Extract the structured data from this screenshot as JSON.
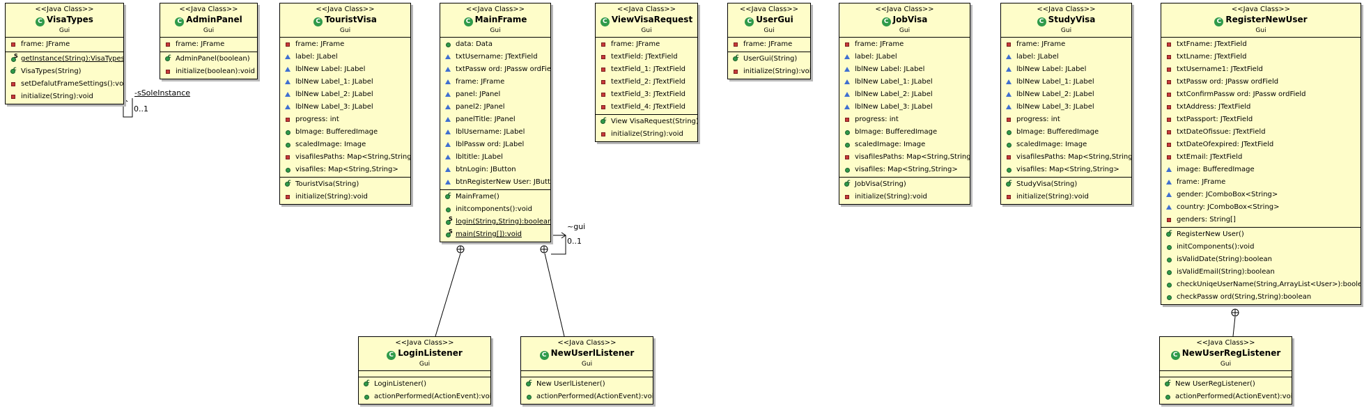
{
  "stereotype": "<<Java Class>>",
  "package": "Gui",
  "classes": {
    "visatypes": {
      "name": "VisaTypes",
      "attributes": [
        {
          "vis": "private",
          "text": "frame: JFrame"
        }
      ],
      "operations": [
        {
          "vis": "public",
          "text": "getInstance(String):VisaTypes",
          "static": true
        },
        {
          "vis": "ctor",
          "text": "VisaTypes(String)"
        },
        {
          "vis": "private",
          "text": "setDefalutFrameSettings():void"
        },
        {
          "vis": "private",
          "text": "initialize(String):void"
        }
      ]
    },
    "adminpanel": {
      "name": "AdminPanel",
      "attributes": [
        {
          "vis": "private",
          "text": "frame: JFrame"
        }
      ],
      "operations": [
        {
          "vis": "ctor",
          "text": "AdminPanel(boolean)"
        },
        {
          "vis": "private",
          "text": "initialize(boolean):void"
        }
      ]
    },
    "touristvisa": {
      "name": "TouristVisa",
      "attributes": [
        {
          "vis": "private",
          "text": "frame: JFrame"
        },
        {
          "vis": "package",
          "text": "label: JLabel"
        },
        {
          "vis": "package",
          "text": "lblNew Label: JLabel"
        },
        {
          "vis": "package",
          "text": "lblNew Label_1: JLabel"
        },
        {
          "vis": "package",
          "text": "lblNew Label_2: JLabel"
        },
        {
          "vis": "package",
          "text": "lblNew Label_3: JLabel"
        },
        {
          "vis": "private",
          "text": "progress: int"
        },
        {
          "vis": "public",
          "text": "bImage: BufferedImage"
        },
        {
          "vis": "public",
          "text": "scaledImage: Image"
        },
        {
          "vis": "private",
          "text": "visafilesPaths: Map<String,String>"
        },
        {
          "vis": "public",
          "text": "visafiles: Map<String,String>"
        }
      ],
      "operations": [
        {
          "vis": "ctor",
          "text": "TouristVisa(String)"
        },
        {
          "vis": "private",
          "text": "initialize(String):void"
        }
      ]
    },
    "mainframe": {
      "name": "MainFrame",
      "attributes": [
        {
          "vis": "public",
          "text": "data: Data"
        },
        {
          "vis": "package",
          "text": "txtUsername: JTextField"
        },
        {
          "vis": "package",
          "text": "txtPassw ord: JPassw ordField"
        },
        {
          "vis": "package",
          "text": "frame: JFrame"
        },
        {
          "vis": "package",
          "text": "panel: JPanel"
        },
        {
          "vis": "package",
          "text": "panel2: JPanel"
        },
        {
          "vis": "package",
          "text": "panelTitle: JPanel"
        },
        {
          "vis": "package",
          "text": "lblUsername: JLabel"
        },
        {
          "vis": "package",
          "text": "lblPassw ord: JLabel"
        },
        {
          "vis": "package",
          "text": "lbltitle: JLabel"
        },
        {
          "vis": "package",
          "text": "btnLogin: JButton"
        },
        {
          "vis": "package",
          "text": "btnRegisterNew User: JButton"
        }
      ],
      "operations": [
        {
          "vis": "ctor",
          "text": "MainFrame()"
        },
        {
          "vis": "public",
          "text": "initcomponents():void"
        },
        {
          "vis": "public",
          "text": "login(String,String):boolean",
          "static": true
        },
        {
          "vis": "public",
          "text": "main(String[]):void",
          "static": true
        }
      ]
    },
    "viewvisarequest": {
      "name": "ViewVisaRequest",
      "attributes": [
        {
          "vis": "private",
          "text": "frame: JFrame"
        },
        {
          "vis": "private",
          "text": "textField: JTextField"
        },
        {
          "vis": "private",
          "text": "textField_1: JTextField"
        },
        {
          "vis": "private",
          "text": "textField_2: JTextField"
        },
        {
          "vis": "private",
          "text": "textField_3: JTextField"
        },
        {
          "vis": "private",
          "text": "textField_4: JTextField"
        }
      ],
      "operations": [
        {
          "vis": "ctor",
          "text": "View VisaRequest(String)"
        },
        {
          "vis": "private",
          "text": "initialize(String):void"
        }
      ]
    },
    "usergui": {
      "name": "UserGui",
      "attributes": [
        {
          "vis": "private",
          "text": "frame: JFrame"
        }
      ],
      "operations": [
        {
          "vis": "ctor",
          "text": "UserGui(String)"
        },
        {
          "vis": "private",
          "text": "initialize(String):void"
        }
      ]
    },
    "jobvisa": {
      "name": "JobVisa",
      "attributes": [
        {
          "vis": "private",
          "text": "frame: JFrame"
        },
        {
          "vis": "package",
          "text": "label: JLabel"
        },
        {
          "vis": "package",
          "text": "lblNew Label: JLabel"
        },
        {
          "vis": "package",
          "text": "lblNew Label_1: JLabel"
        },
        {
          "vis": "package",
          "text": "lblNew Label_2: JLabel"
        },
        {
          "vis": "package",
          "text": "lblNew Label_3: JLabel"
        },
        {
          "vis": "private",
          "text": "progress: int"
        },
        {
          "vis": "public",
          "text": "bImage: BufferedImage"
        },
        {
          "vis": "public",
          "text": "scaledImage: Image"
        },
        {
          "vis": "private",
          "text": "visafilesPaths: Map<String,String>"
        },
        {
          "vis": "public",
          "text": "visafiles: Map<String,String>"
        }
      ],
      "operations": [
        {
          "vis": "ctor",
          "text": "JobVisa(String)"
        },
        {
          "vis": "private",
          "text": "initialize(String):void"
        }
      ]
    },
    "studyvisa": {
      "name": "StudyVisa",
      "attributes": [
        {
          "vis": "private",
          "text": "frame: JFrame"
        },
        {
          "vis": "package",
          "text": "label: JLabel"
        },
        {
          "vis": "package",
          "text": "lblNew Label: JLabel"
        },
        {
          "vis": "package",
          "text": "lblNew Label_1: JLabel"
        },
        {
          "vis": "package",
          "text": "lblNew Label_2: JLabel"
        },
        {
          "vis": "package",
          "text": "lblNew Label_3: JLabel"
        },
        {
          "vis": "private",
          "text": "progress: int"
        },
        {
          "vis": "public",
          "text": "bImage: BufferedImage"
        },
        {
          "vis": "public",
          "text": "scaledImage: Image"
        },
        {
          "vis": "private",
          "text": "visafilesPaths: Map<String,String>"
        },
        {
          "vis": "public",
          "text": "visafiles: Map<String,String>"
        }
      ],
      "operations": [
        {
          "vis": "ctor",
          "text": "StudyVisa(String)"
        },
        {
          "vis": "private",
          "text": "initialize(String):void"
        }
      ]
    },
    "registernewuser": {
      "name": "RegisterNewUser",
      "attributes": [
        {
          "vis": "private",
          "text": "txtFname: JTextField"
        },
        {
          "vis": "private",
          "text": "txtLname: JTextField"
        },
        {
          "vis": "private",
          "text": "txtUsername1: JTextField"
        },
        {
          "vis": "private",
          "text": "txtPassw ord: JPassw ordField"
        },
        {
          "vis": "private",
          "text": "txtConfirmPassw ord: JPassw ordField"
        },
        {
          "vis": "private",
          "text": "txtAddress: JTextField"
        },
        {
          "vis": "private",
          "text": "txtPassport: JTextField"
        },
        {
          "vis": "private",
          "text": "txtDateOfissue: JTextField"
        },
        {
          "vis": "private",
          "text": "txtDateOfexpired: JTextField"
        },
        {
          "vis": "private",
          "text": "txtEmail: JTextField"
        },
        {
          "vis": "package",
          "text": "image: BufferedImage"
        },
        {
          "vis": "package",
          "text": "frame: JFrame"
        },
        {
          "vis": "package",
          "text": "gender: JComboBox<String>"
        },
        {
          "vis": "package",
          "text": "country: JComboBox<String>"
        },
        {
          "vis": "private",
          "text": "genders: String[]"
        }
      ],
      "operations": [
        {
          "vis": "ctor",
          "text": "RegisterNew User()"
        },
        {
          "vis": "public",
          "text": "initComponents():void"
        },
        {
          "vis": "public",
          "text": "isValidDate(String):boolean"
        },
        {
          "vis": "public",
          "text": "isValidEmail(String):boolean"
        },
        {
          "vis": "public",
          "text": "checkUniqeUserName(String,ArrayList<User>):boolean"
        },
        {
          "vis": "public",
          "text": "checkPassw ord(String,String):boolean"
        }
      ]
    },
    "loginlistener": {
      "name": "LoginListener",
      "attributes": [],
      "operations": [
        {
          "vis": "ctor",
          "text": "LoginListener()"
        },
        {
          "vis": "public",
          "text": "actionPerformed(ActionEvent):void"
        }
      ]
    },
    "newuserlistener": {
      "name": "NewUserlListener",
      "attributes": [],
      "operations": [
        {
          "vis": "ctor",
          "text": "New UserlListener()"
        },
        {
          "vis": "public",
          "text": "actionPerformed(ActionEvent):void"
        }
      ]
    },
    "newuserreglistener": {
      "name": "NewUserRegListener",
      "attributes": [],
      "operations": [
        {
          "vis": "ctor",
          "text": "New UserRegListener()"
        },
        {
          "vis": "public",
          "text": "actionPerformed(ActionEvent):void"
        }
      ]
    }
  },
  "edges": {
    "visatypes_self": {
      "role": "-sSoleInstance",
      "multiplicity": "0..1"
    },
    "mainframe_self": {
      "role": "~gui",
      "multiplicity": "0..1"
    }
  },
  "colors": {
    "class_fill": "#fefdc9",
    "class_icon": "#2f9a4a",
    "private": "#c83a3a",
    "package": "#3f6fd1",
    "public": "#2f9a4a"
  }
}
